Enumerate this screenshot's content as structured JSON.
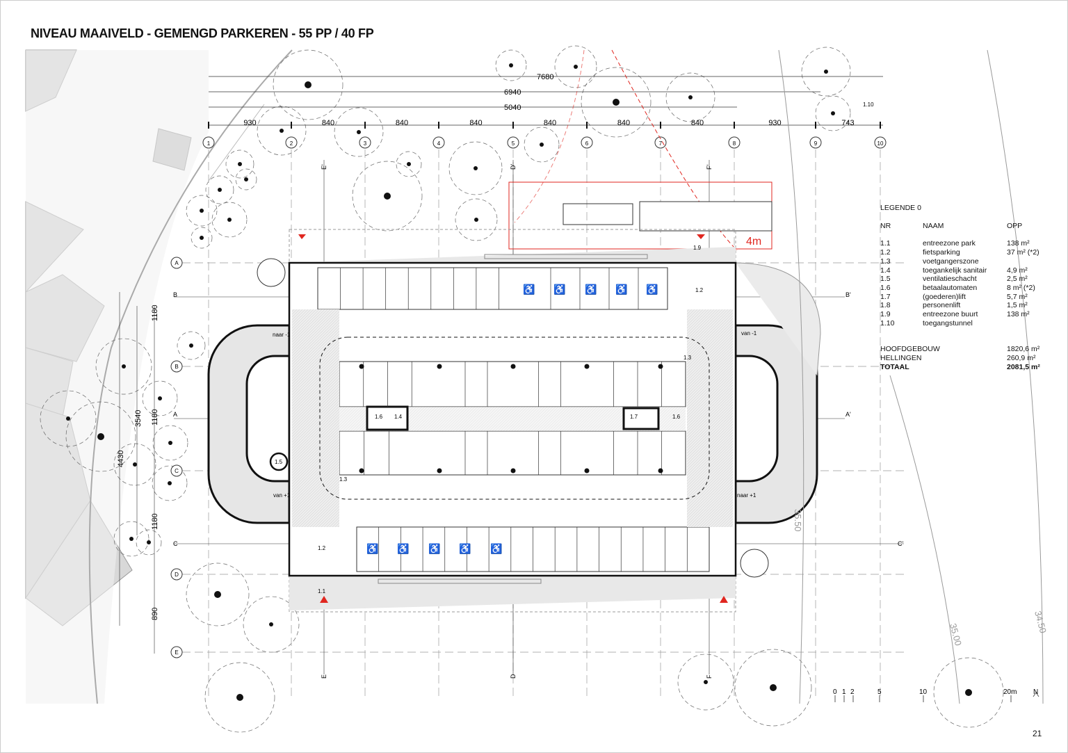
{
  "title": "NIVEAU MAAIVELD - GEMENGD PARKEREN - 55 PP / 40 FP",
  "overall_dimensions": [
    "7680",
    "6940",
    "5040"
  ],
  "grid_dimensions": [
    "930",
    "840",
    "840",
    "840",
    "840",
    "840",
    "840",
    "930",
    "743"
  ],
  "grid_axes": [
    "1",
    "2",
    "3",
    "4",
    "5",
    "6",
    "7",
    "8",
    "9",
    "10"
  ],
  "row_axes": [
    "A",
    "B",
    "C",
    "D",
    "E"
  ],
  "vertical_dimensions": [
    "1180",
    "3540",
    "4430",
    "1180",
    "1180",
    "890"
  ],
  "section_marks": {
    "b": "B",
    "b2": "B'",
    "a": "A",
    "a2": "A'",
    "c": "C",
    "c2": "C'",
    "e": "E",
    "e2": "E'",
    "d": "D",
    "d2": "D'",
    "f": "F",
    "f2": "F'"
  },
  "room_labels": {
    "r19": "1.9",
    "r12a": "1.2",
    "r13a": "1.3",
    "r16a": "1.6",
    "r14": "1.4",
    "r17": "1.7",
    "r16b": "1.6",
    "r15": "1.5",
    "r13b": "1.3",
    "r12b": "1.2",
    "r11": "1.1",
    "r110": "1.10"
  },
  "ramp_labels": {
    "naar_min1": "naar -1",
    "van_min1": "van -1",
    "van_plus1": "van +1",
    "naar_plus1": "naar +1"
  },
  "clearance_label": "4m",
  "contours": [
    "35.50",
    "35.00",
    "34.50"
  ],
  "legend": {
    "title": "LEGENDE 0",
    "headers": {
      "nr": "NR",
      "naam": "NAAM",
      "opp": "OPP"
    },
    "items": [
      {
        "nr": "1.1",
        "naam": "entreezone park",
        "opp": "138 m²"
      },
      {
        "nr": "1.2",
        "naam": "fietsparking",
        "opp": "37 m² (*2)"
      },
      {
        "nr": "1.3",
        "naam": "voetgangerszone",
        "opp": ""
      },
      {
        "nr": "1.4",
        "naam": "toegankelijk sanitair",
        "opp": "4,9 m²"
      },
      {
        "nr": "1.5",
        "naam": "ventilatieschacht",
        "opp": "2,5 m²"
      },
      {
        "nr": "1.6",
        "naam": "betaalautomaten",
        "opp": "8 m² (*2)"
      },
      {
        "nr": "1.7",
        "naam": "(goederen)lift",
        "opp": "5,7 m²"
      },
      {
        "nr": "1.8",
        "naam": "personenlift",
        "opp": "1,5 m²"
      },
      {
        "nr": "1.9",
        "naam": "entreezone buurt",
        "opp": "138 m²"
      },
      {
        "nr": "1.10",
        "naam": "toegangstunnel",
        "opp": ""
      }
    ],
    "totals": [
      {
        "label": "HOOFDGEBOUW",
        "value": "1820,6 m²"
      },
      {
        "label": "HELLINGEN",
        "value": "260,9 m²"
      },
      {
        "label": "TOTAAL",
        "value": "2081,5 m²"
      }
    ]
  },
  "scale_bar": {
    "ticks": [
      "0",
      "1",
      "2",
      "5",
      "10",
      "20m"
    ]
  },
  "north_label": "N",
  "page_number": "21",
  "colors": {
    "accent_red": "#e0261f",
    "building_gray": "#d0d0d0",
    "paving": "#ececec"
  }
}
